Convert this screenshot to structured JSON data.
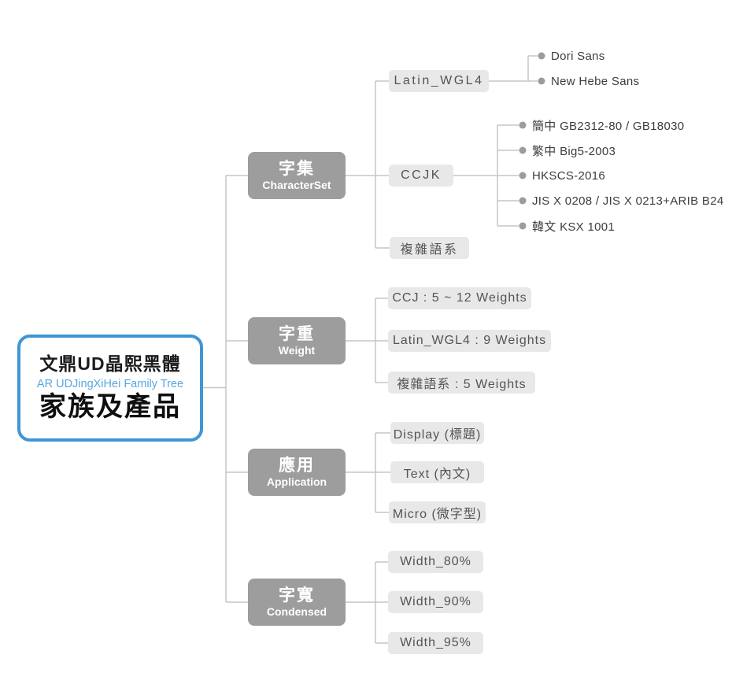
{
  "root": {
    "title": "文鼎UD晶熙黑體",
    "subtitle": "AR UDJingXiHei Family Tree",
    "heading": "家族及產品"
  },
  "branches": [
    {
      "label_zh": "字集",
      "label_en": "CharacterSet",
      "children": [
        {
          "label": "Latin_WGL4",
          "leaves": [
            "Dori Sans",
            "New Hebe Sans"
          ]
        },
        {
          "label": "CCJK",
          "leaves": [
            "簡中 GB2312-80 / GB18030",
            "繁中 Big5-2003",
            "HKSCS-2016",
            "JIS X 0208 / JIS X 0213+ARIB B24",
            "韓文 KSX 1001"
          ]
        },
        {
          "label": "複雜語系"
        }
      ]
    },
    {
      "label_zh": "字重",
      "label_en": "Weight",
      "children": [
        {
          "label": "CCJ : 5 ~ 12 Weights"
        },
        {
          "label": "Latin_WGL4 : 9 Weights"
        },
        {
          "label": "複雜語系 : 5 Weights"
        }
      ]
    },
    {
      "label_zh": "應用",
      "label_en": "Application",
      "children": [
        {
          "label": "Display (標題)"
        },
        {
          "label": "Text (內文)"
        },
        {
          "label": "Micro (微字型)"
        }
      ]
    },
    {
      "label_zh": "字寬",
      "label_en": "Condensed",
      "children": [
        {
          "label": "Width_80%"
        },
        {
          "label": "Width_90%"
        },
        {
          "label": "Width_95%"
        }
      ]
    }
  ],
  "colors": {
    "accent_blue": "#3e96d4",
    "subtitle_blue": "#57a7e0",
    "branch_box_gray": "#9d9d9d",
    "child_box_gray": "#e8e8e8",
    "child_text_gray": "#545454",
    "leaf_text_gray": "#3d3d3d",
    "connector_gray": "#c5c5c5",
    "dot_gray": "#9c9c9c",
    "background": "#ffffff"
  }
}
